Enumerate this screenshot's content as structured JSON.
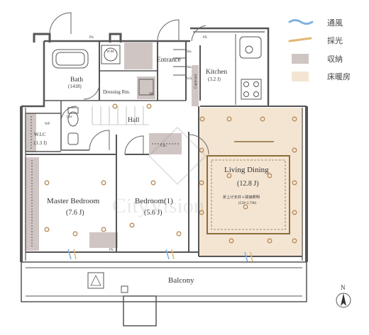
{
  "legend": [
    {
      "label": "通風",
      "color": "#7fb3e0"
    },
    {
      "label": "採光",
      "color": "#e2b870"
    },
    {
      "label": "収納",
      "color": "#cfc6c4"
    },
    {
      "label": "床暖房",
      "color": "#f4e5d3"
    }
  ],
  "rooms": {
    "bath_name": "Bath",
    "bath_size": "(1418)",
    "dressing": "Dressing Rm.",
    "entrance": "Entrance",
    "kitchen_name": "Kitchen",
    "kitchen_size": "(3.2 J)",
    "cupboard": "Cupboard",
    "hall": "Hall",
    "wic_name": "W.I.C",
    "wic_size": "(1.3 J)",
    "lav": "Lav",
    "master_name": "Master Bedroom",
    "master_size": "(7.6 J)",
    "bedroom1_name": "Bedroom(1)",
    "bedroom1_size": "(5.6 J)",
    "living_name": "Living Dining",
    "living_size": "(12.8 J)",
    "living_note_1": "折上げ天井＋間接照明",
    "living_note_2": "(CH=2,700)",
    "clo": "Clo.",
    "balcony": "Balcony"
  },
  "small_labels": {
    "ps": "PS",
    "sis": "Sis.",
    "sis_alt": "S.S.",
    "wm": "W.M",
    "sb": "SB",
    "wf": "WF"
  },
  "compass": {
    "label": "N"
  },
  "watermark": "CityVision"
}
